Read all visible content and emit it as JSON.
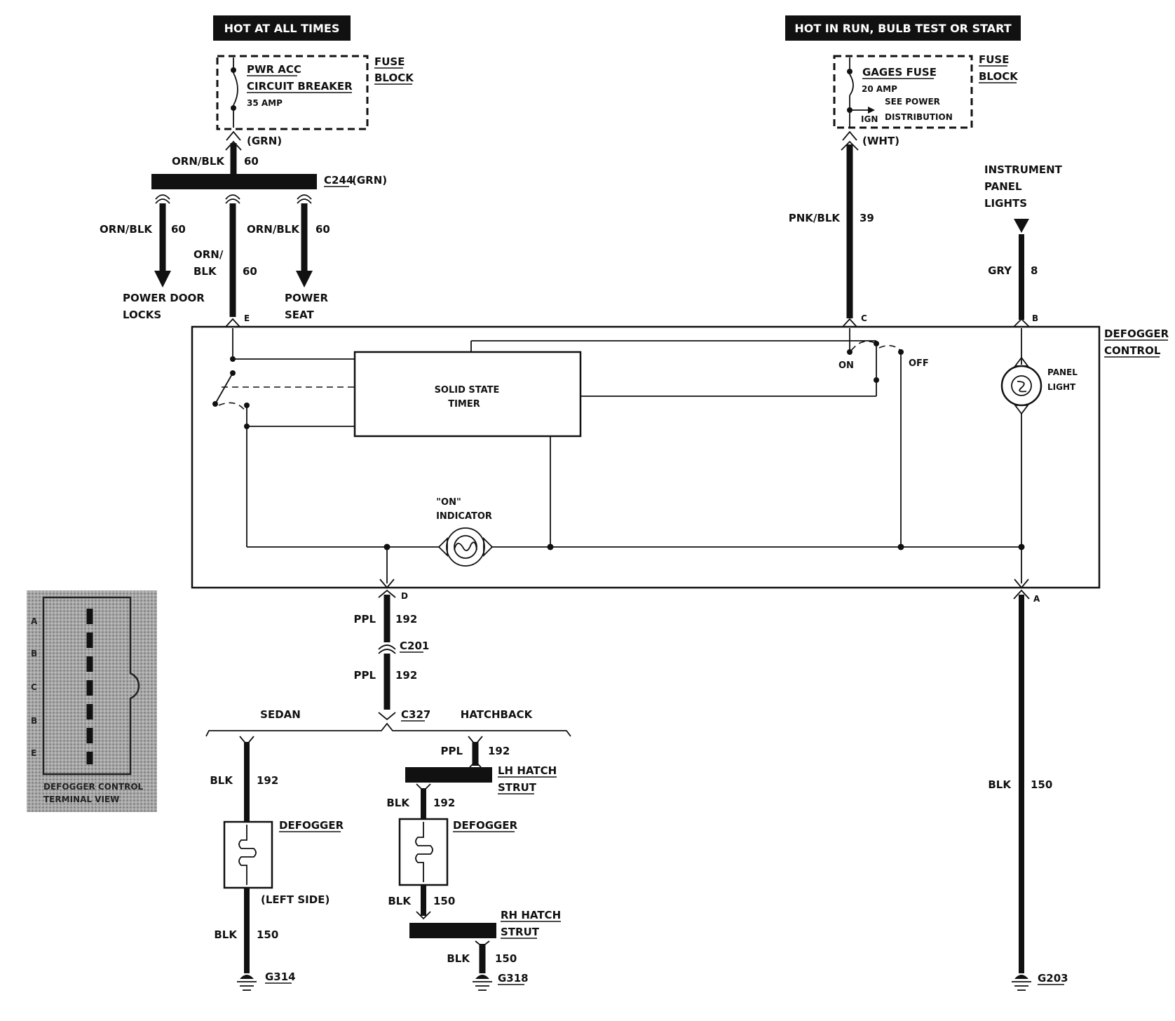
{
  "banners": {
    "hot_at_all_times": "HOT AT ALL TIMES",
    "hot_in_run": "HOT IN RUN,  BULB TEST OR START"
  },
  "left_fuse": {
    "line1": "PWR ACC",
    "line2": "CIRCUIT BREAKER",
    "rating": "35 AMP",
    "fuse_word": "FUSE",
    "block_word": "BLOCK",
    "conn_color": "(GRN)"
  },
  "right_fuse": {
    "name": "GAGES FUSE",
    "rating": "20 AMP",
    "see1": "SEE POWER",
    "see2": "DISTRIBUTION",
    "ign": "IGN",
    "fuse_word": "FUSE",
    "block_word": "BLOCK",
    "conn_color": "(WHT)"
  },
  "connector_c244": {
    "name": "C244",
    "color": "(GRN)"
  },
  "wires": {
    "orn_blk": "ORN/BLK",
    "orn": "ORN/",
    "blk": "BLK",
    "n60": "60",
    "pnk_blk": "PNK/BLK",
    "n39": "39",
    "gry": "GRY",
    "n8": "8",
    "ppl": "PPL",
    "n192": "192",
    "n150": "150"
  },
  "destinations": {
    "door1": "POWER DOOR",
    "door2": "LOCKS",
    "seat1": "POWER",
    "seat2": "SEAT"
  },
  "ip_lights": {
    "l1": "INSTRUMENT",
    "l2": "PANEL",
    "l3": "LIGHTS"
  },
  "terminals": {
    "a": "A",
    "b": "B",
    "c": "C",
    "d": "D",
    "e": "E"
  },
  "module": {
    "name1": "DEFOGGER",
    "name2": "CONTROL",
    "timer1": "SOLID STATE",
    "timer2": "TIMER",
    "on": "ON",
    "off": "OFF",
    "panel1": "PANEL",
    "panel2": "LIGHT",
    "ind1": "\"ON\"",
    "ind2": "INDICATOR"
  },
  "connectors": {
    "c201": "C201",
    "c327": "C327"
  },
  "variants": {
    "sedan": "SEDAN",
    "hatchback": "HATCHBACK"
  },
  "components": {
    "defogger": "DEFOGGER",
    "left_side": "(LEFT SIDE)",
    "lh1": "LH HATCH",
    "lh2": "STRUT",
    "rh1": "RH HATCH",
    "rh2": "STRUT"
  },
  "grounds": {
    "g314": "G314",
    "g318": "G318",
    "g203": "G203"
  },
  "terminal_view": {
    "pins": [
      "A",
      "B",
      "C",
      "B",
      "E"
    ],
    "caption1": "DEFOGGER CONTROL",
    "caption2": "TERMINAL VIEW"
  },
  "colors": {
    "ink": "#111111",
    "paper": "#ffffff",
    "halftone": "#9a9a9a"
  }
}
